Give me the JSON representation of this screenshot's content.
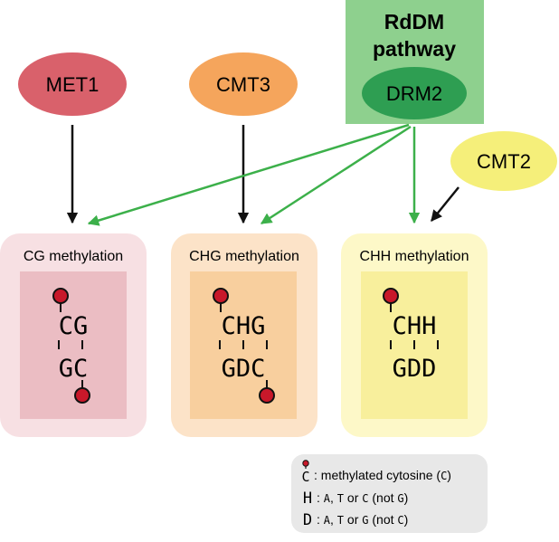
{
  "rddm": {
    "title_line1": "RdDM",
    "title_line2": "pathway",
    "drm2": "DRM2"
  },
  "enzymes": {
    "met1": "MET1",
    "cmt3": "CMT3",
    "cmt2": "CMT2"
  },
  "panels": {
    "cg": {
      "title": "CG methylation",
      "top": "CG",
      "bottom": "GC"
    },
    "chg": {
      "title": "CHG methylation",
      "top": "CHG",
      "bottom": "GDC"
    },
    "chh": {
      "title": "CHH methylation",
      "top": "CHH",
      "bottom": "GDD"
    }
  },
  "legend": {
    "c_symbol": "C",
    "c_desc": ": methylated cytosine (",
    "c_code": "C",
    "c_close": ")",
    "h_symbol": "H",
    "h_sep": ":",
    "h_a": "A",
    "h_comma": ",",
    "h_t": "T",
    "h_or": "or",
    "h_c": "C",
    "h_not": "(not",
    "h_g": "G",
    "h_close": ")",
    "d_symbol": "D",
    "d_sep": ":",
    "d_a": "A",
    "d_comma": ",",
    "d_t": "T",
    "d_or": "or",
    "d_g": "G",
    "d_not": "(not",
    "d_c": "C",
    "d_close": ")"
  },
  "colors": {
    "met1": "#d9616b",
    "cmt3": "#f5a55c",
    "cmt2": "#f5ef7a",
    "rddm_box": "#8ed08e",
    "drm2": "#2e9e52",
    "green_arrow": "#3cb04a",
    "methyl_dot": "#c8182a",
    "cg_outer": "#f7e0e3",
    "cg_inner": "#ebbdc3",
    "chg_outer": "#fce3c8",
    "chg_inner": "#f8cf9e",
    "chh_outer": "#fdf8c8",
    "chh_inner": "#f8ef9c",
    "legend_bg": "#e8e8e8"
  }
}
